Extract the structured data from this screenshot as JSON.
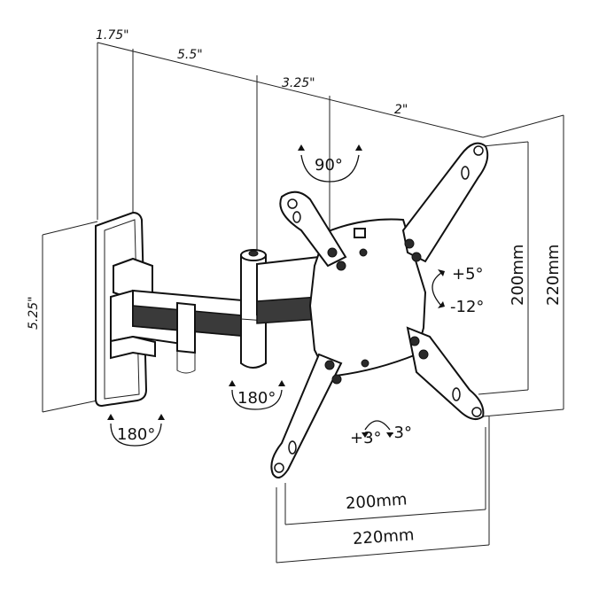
{
  "dimensions": {
    "wall_depth": "1.75\"",
    "arm_1": "5.5\"",
    "arm_2": "3.25\"",
    "arm_3": "2\"",
    "plate_height": "5.25\"",
    "vesa_height_inner": "200mm",
    "vesa_height_outer": "220mm",
    "vesa_width_inner": "200mm",
    "vesa_width_outer": "220mm"
  },
  "rotations": {
    "top_swivel": "90°",
    "arm_swivel": "180°",
    "wall_swivel": "180°",
    "tilt_up": "+5°",
    "tilt_down": "-12°",
    "level_pos": "+3°",
    "level_neg": "-3°"
  }
}
